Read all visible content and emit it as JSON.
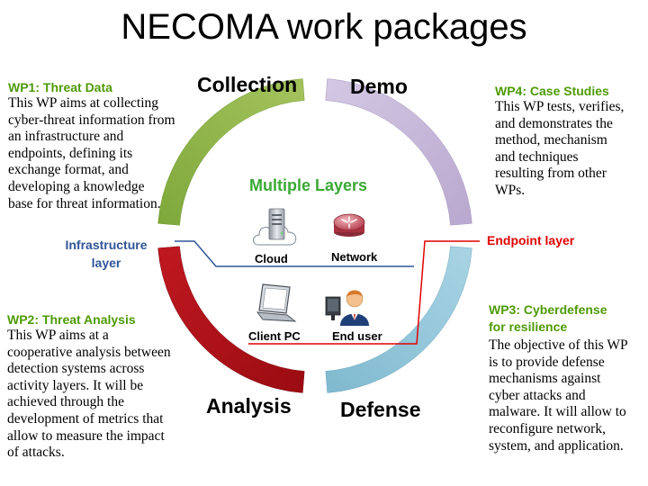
{
  "title": "NECOMA work packages",
  "phases": {
    "collection": "Collection",
    "demo": "Demo",
    "analysis": "Analysis",
    "defense": "Defense"
  },
  "center": {
    "heading": "Multiple Layers",
    "icons": {
      "cloud": "Cloud",
      "network": "Network",
      "client_pc": "Client PC",
      "end_user": "End user"
    }
  },
  "layers": {
    "infrastructure": [
      "Infrastructure",
      "layer"
    ],
    "endpoint": "Endpoint layer"
  },
  "work_packages": {
    "wp1": {
      "title": "WP1: Threat Data",
      "lines": [
        "This WP aims at collecting",
        "cyber-threat information from",
        "an infrastructure and",
        "endpoints, defining its",
        "exchange format, and",
        "developing a knowledge",
        "base for threat information."
      ]
    },
    "wp2": {
      "title": "WP2: Threat Analysis",
      "lines": [
        "This WP aims at a",
        "cooperative analysis between",
        "detection systems across",
        "activity layers.  It will be",
        "achieved through the",
        "development of metrics that",
        "allow to measure the impact",
        "of attacks."
      ]
    },
    "wp3": {
      "title": [
        "WP3: Cyberdefense",
        "for resilience"
      ],
      "lines": [
        "The objective of this WP",
        "is to provide defense",
        "mechanisms against",
        "cyber attacks and",
        "malware. It will allow to",
        "reconfigure network,",
        "system, and application."
      ]
    },
    "wp4": {
      "title": "WP4: Case Studies",
      "lines": [
        "This WP tests, verifies,",
        "and demonstrates the",
        "method, mechanism",
        "and techniques",
        "resulting from other",
        "WPs."
      ]
    }
  },
  "colors": {
    "collection": "#8fb24a",
    "demo": "#c7b8da",
    "analysis": "#b5121b",
    "defense": "#96c9dc",
    "wp_title_green": "#4e9a06",
    "layers_green": "#3aa935",
    "infrastructure_blue": "#2f5597",
    "endpoint_red": "#e10000"
  }
}
